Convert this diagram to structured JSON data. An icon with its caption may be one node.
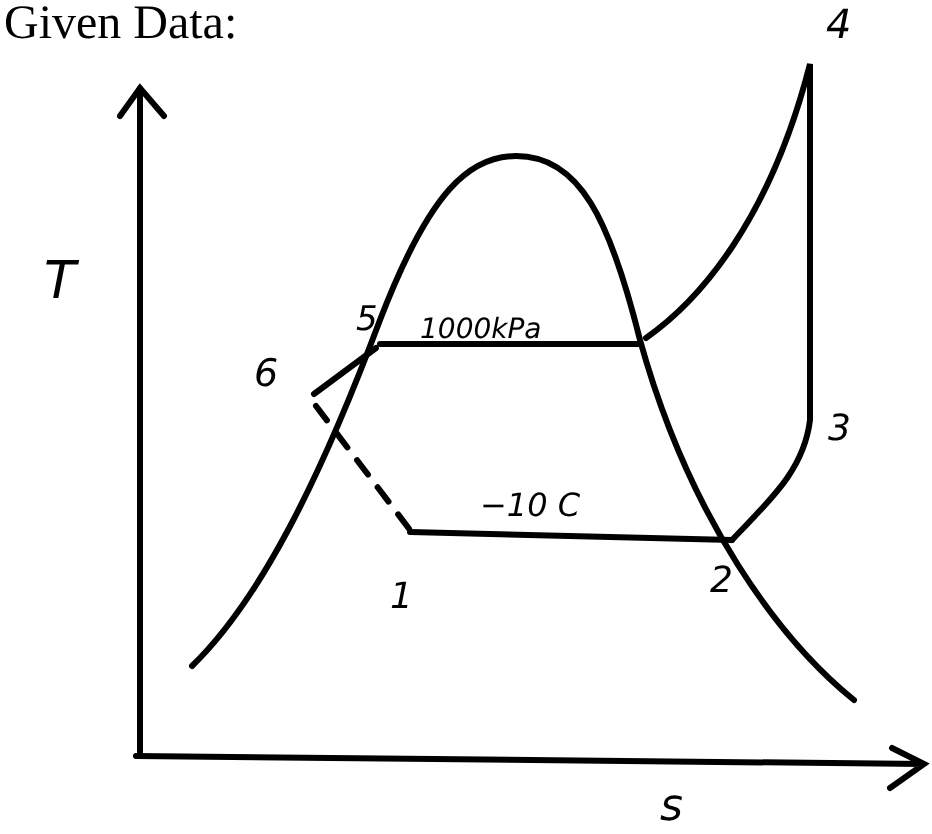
{
  "diagram": {
    "title": "Given Data:",
    "labels": [
      "4",
      "T",
      "5",
      "1000kPa",
      "6",
      "3",
      "−10 C",
      "1",
      "2",
      "s"
    ]
  }
}
